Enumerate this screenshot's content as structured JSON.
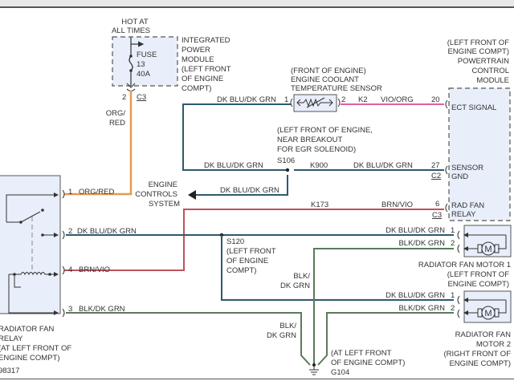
{
  "diagram": {
    "figure_id": "98317",
    "colors": {
      "org_red": "#e59a4e",
      "dk_blu_dk_grn": "#2d5a6e",
      "vio_org": "#e0609a",
      "brn_vio": "#c0525a",
      "blk_dk_grn": "#5a7a5a",
      "component_fill": "#e8eefa"
    },
    "power": {
      "hot_label_1": "HOT AT",
      "hot_label_2": "ALL TIMES",
      "fuse_label": "FUSE",
      "fuse_number": "13",
      "fuse_rating": "40A",
      "pin": "2",
      "connector": "C3",
      "module_lines": [
        "INTEGRATED",
        "POWER",
        "MODULE",
        "(LEFT FRONT",
        "OF ENGINE",
        "COMPT)"
      ]
    },
    "ect_sensor": {
      "location": "(FRONT OF ENGINE)",
      "name_1": "ENGINE COOLANT",
      "name_2": "TEMPERATURE SENSOR",
      "pin1": "1",
      "pin2": "2",
      "circuit": "K2",
      "wire_color": "VIO/ORG",
      "wire1_color": "DK BLU/DK GRN"
    },
    "pcm": {
      "lines": [
        "(LEFT FRONT OF",
        "ENGINE COMPT)",
        "POWERTRAIN",
        "CONTROL",
        "MODULE"
      ],
      "pins": [
        {
          "pin": "20",
          "label_1": "ECT SIGNAL",
          "label_2": "",
          "connector": ""
        },
        {
          "pin": "27",
          "label_1": "SENSOR",
          "label_2": "GND",
          "connector": "C2"
        },
        {
          "pin": "6",
          "label_1": "RAD FAN",
          "label_2": "RELAY",
          "connector": "C3"
        }
      ]
    },
    "splice_s106": {
      "lines": [
        "(LEFT FRONT OF ENGINE,",
        "NEAR BREAKOUT",
        "FOR EGR SOLENOID)"
      ],
      "id": "S106",
      "circuit": "K900",
      "left_wire": "DK BLU/DK GRN",
      "right_wire": "DK BLU/DK GRN",
      "down_wire": "DK BLU/DK GRN"
    },
    "engine_controls": {
      "lines": [
        "ENGINE",
        "CONTROLS",
        "SYSTEM"
      ]
    },
    "k173": {
      "circuit": "K173",
      "wire_color": "BRN/VIO"
    },
    "relay": {
      "pins": [
        {
          "pin": "1",
          "wire": "ORG/RED"
        },
        {
          "pin": "2",
          "wire": "DK BLU/DK GRN"
        },
        {
          "pin": "4",
          "wire": "BRN/VIO"
        },
        {
          "pin": "3",
          "wire": "BLK/DK GRN"
        }
      ],
      "lines": [
        "RADIATOR FAN",
        "RELAY",
        "(AT LEFT FRONT OF",
        "ENGINE COMPT)"
      ]
    },
    "org_red_vertical": {
      "line_1": "ORG/",
      "line_2": "RED"
    },
    "splice_s120": {
      "id": "S120",
      "lines": [
        "(LEFT FRONT",
        "OF ENGINE",
        "COMPT)"
      ]
    },
    "ground_wires": {
      "upper_1": "BLK/",
      "upper_2": "DK GRN",
      "lower_1": "BLK/",
      "lower_2": "DK GRN"
    },
    "ground": {
      "lines": [
        "(AT LEFT FRONT",
        "OF ENGINE COMPT)"
      ],
      "id": "G104"
    },
    "motor1": {
      "pin1": "1",
      "pin2": "2",
      "wire1": "DK BLU/DK GRN",
      "wire2": "BLK/DK GRN",
      "symbol": "M",
      "lines": [
        "RADIATOR FAN MOTOR 1",
        "(LEFT FRONT OF",
        "ENGINE COMPT)"
      ]
    },
    "motor2": {
      "pin1": "1",
      "pin2": "2",
      "wire1": "DK BLU/DK GRN",
      "wire2": "BLK/DK GRN",
      "symbol": "M",
      "lines": [
        "RADIATOR FAN",
        "MOTOR 2",
        "(RIGHT FRONT OF",
        "ENGINE COMPT)"
      ]
    }
  }
}
